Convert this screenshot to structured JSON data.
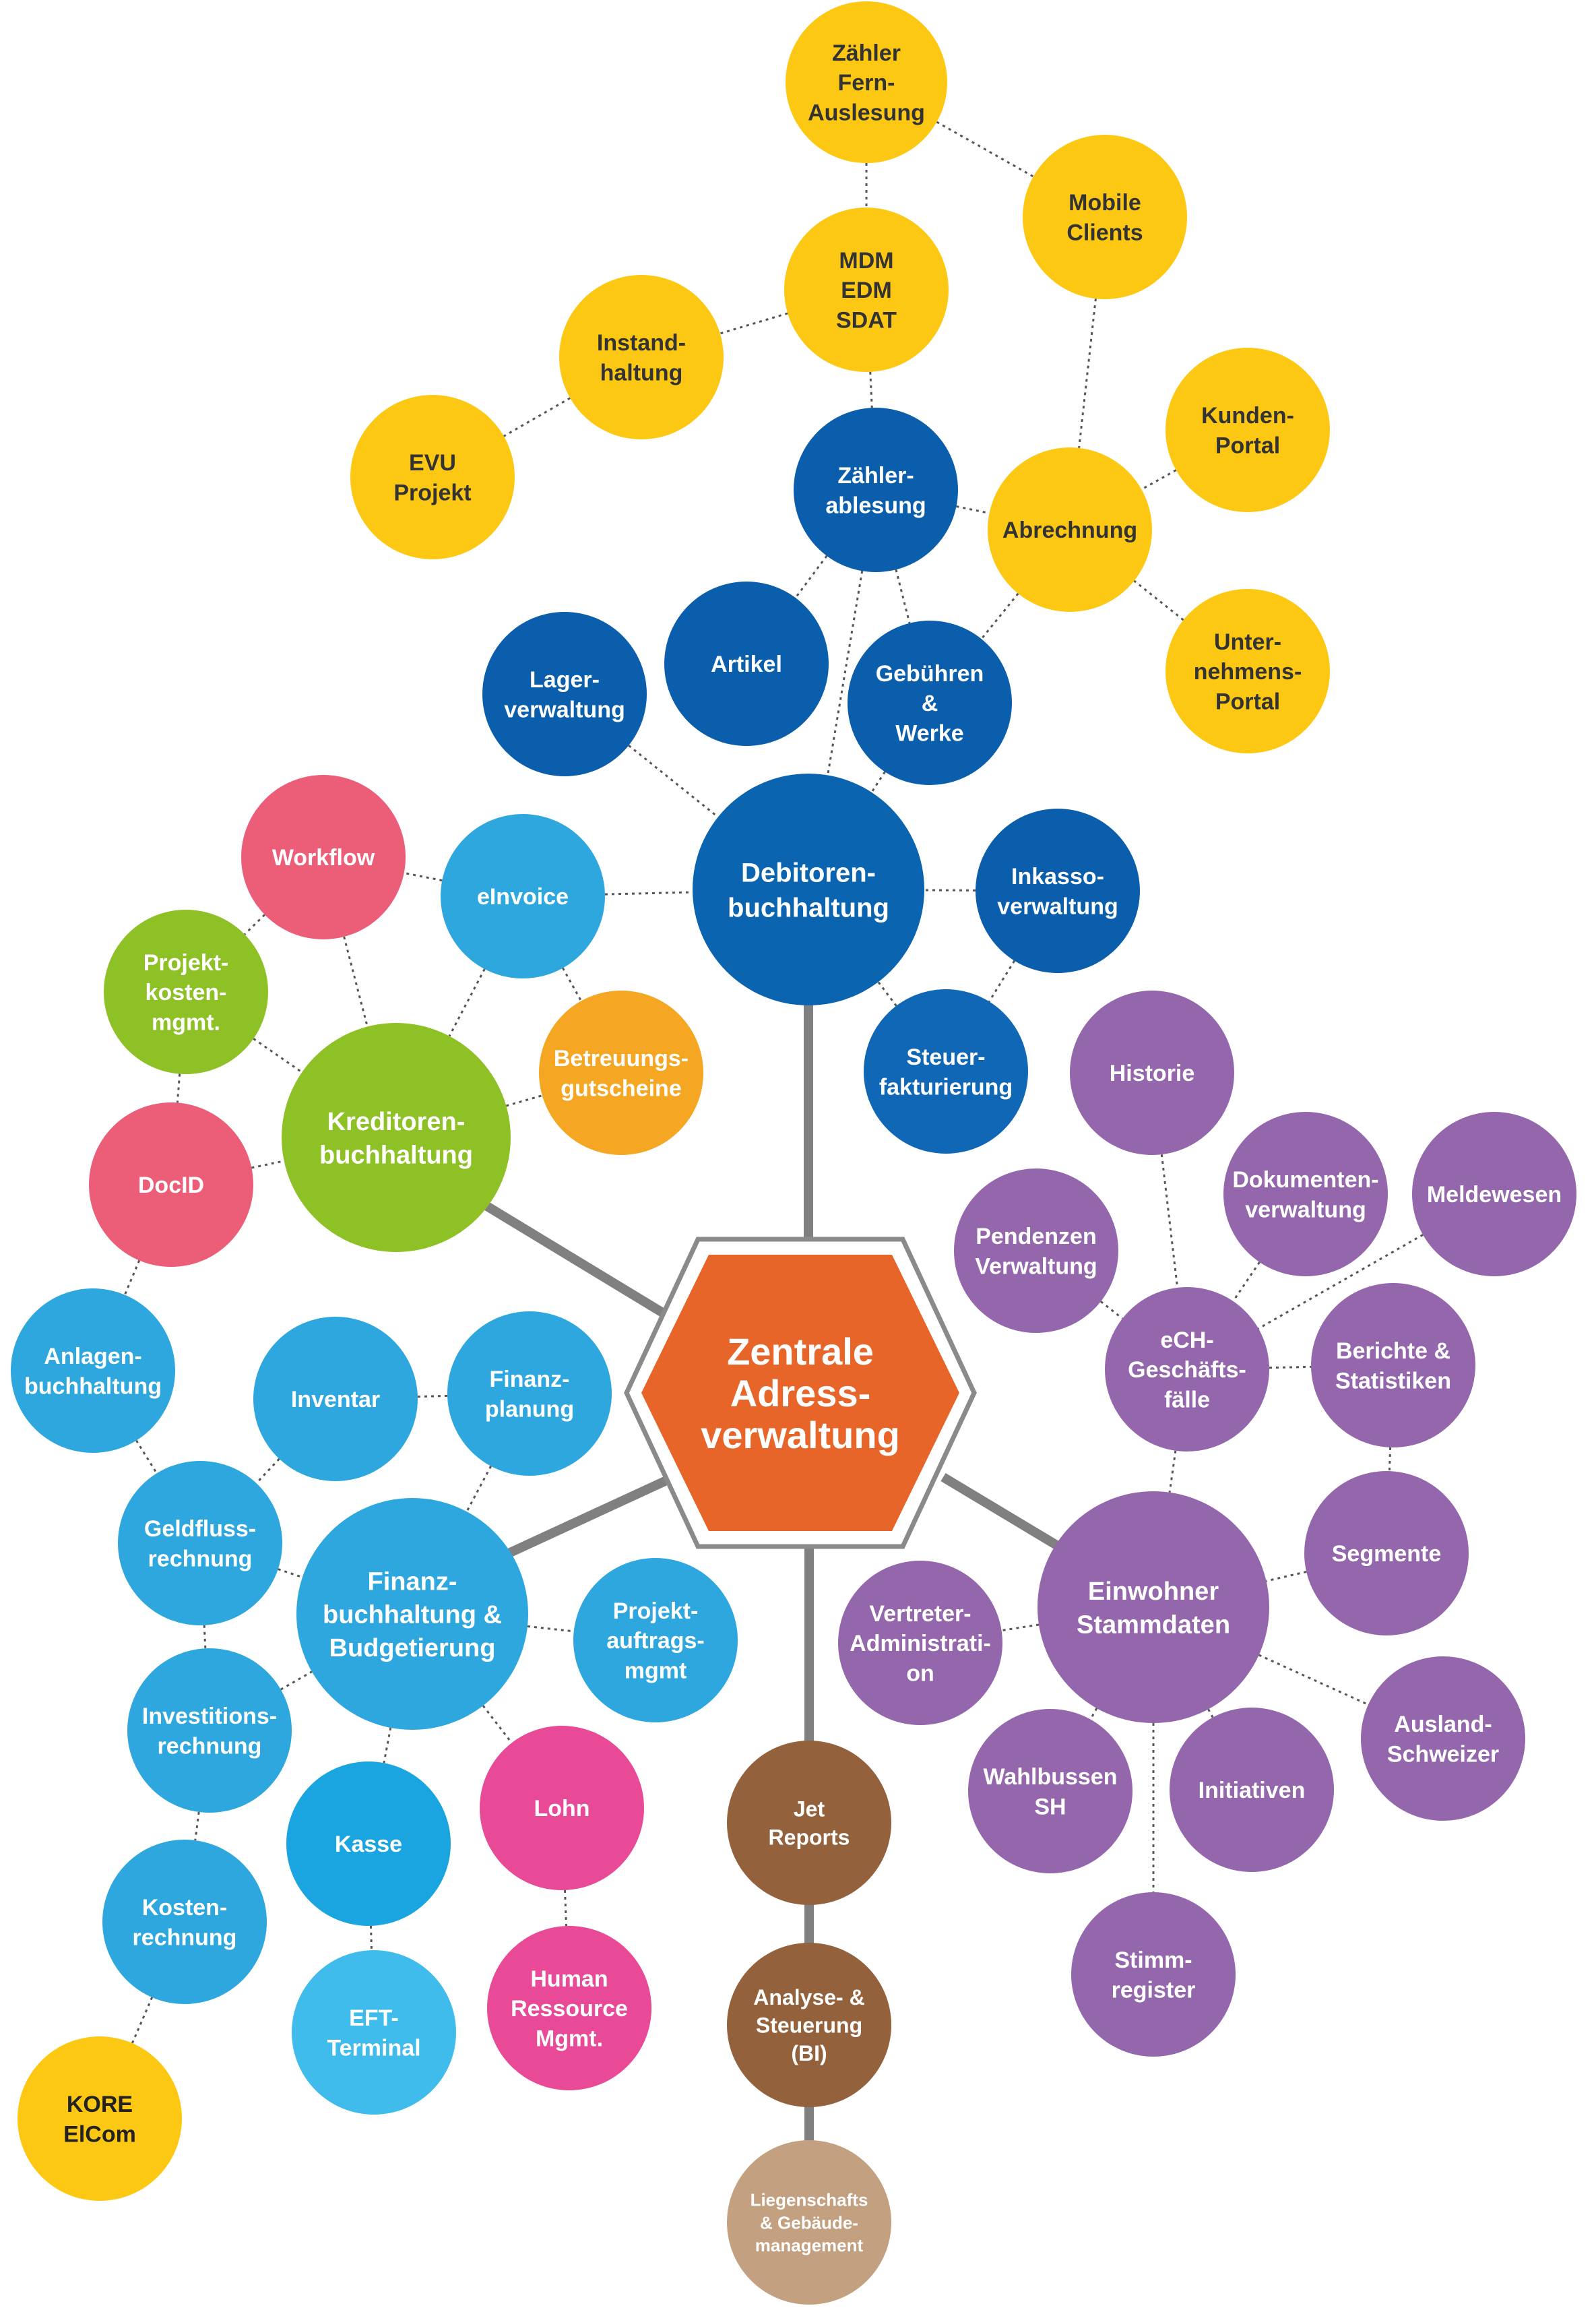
{
  "center": {
    "lines": [
      "Zentrale",
      "Adress-",
      "verwaltung"
    ],
    "color": "#E8652A"
  },
  "nodes": [
    {
      "id": "zaehler-fern",
      "lines": [
        "Zähler",
        "Fern-",
        "Auslesung"
      ],
      "color": "#FDC813",
      "text": "#333333"
    },
    {
      "id": "mobile-clients",
      "lines": [
        "Mobile",
        "Clients"
      ],
      "color": "#FDC813",
      "text": "#333333"
    },
    {
      "id": "mdm-edm-sdat",
      "lines": [
        "MDM",
        "EDM",
        "SDAT"
      ],
      "color": "#FDC813",
      "text": "#333333"
    },
    {
      "id": "instandhaltung",
      "lines": [
        "Instand-",
        "haltung"
      ],
      "color": "#FDC813",
      "text": "#333333"
    },
    {
      "id": "evu-projekt",
      "lines": [
        "EVU",
        "Projekt"
      ],
      "color": "#FDC813",
      "text": "#333333"
    },
    {
      "id": "kunden-portal",
      "lines": [
        "Kunden-",
        "Portal"
      ],
      "color": "#FDC813",
      "text": "#333333"
    },
    {
      "id": "abrechnung",
      "lines": [
        "Abrechnung"
      ],
      "color": "#FDC813",
      "text": "#333333"
    },
    {
      "id": "unternehmens-portal",
      "lines": [
        "Unter-",
        "nehmens-",
        "Portal"
      ],
      "color": "#FDC813",
      "text": "#333333"
    },
    {
      "id": "zaehlerablesung",
      "lines": [
        "Zähler-",
        "ablesung"
      ],
      "color": "#0A5EAB",
      "text": "#ffffff"
    },
    {
      "id": "artikel",
      "lines": [
        "Artikel"
      ],
      "color": "#0A5EAB",
      "text": "#ffffff"
    },
    {
      "id": "lagerverwaltung",
      "lines": [
        "Lager-",
        "verwaltung"
      ],
      "color": "#0A5EAB",
      "text": "#ffffff"
    },
    {
      "id": "gebuehren-werke",
      "lines": [
        "Gebühren",
        "&",
        "Werke"
      ],
      "color": "#0A5EAB",
      "text": "#ffffff"
    },
    {
      "id": "debitorenbuchhaltung",
      "lines": [
        "Debitoren-",
        "buchhaltung"
      ],
      "color": "#0A64B0",
      "text": "#ffffff"
    },
    {
      "id": "inkassoverwaltung",
      "lines": [
        "Inkasso-",
        "verwaltung"
      ],
      "color": "#0A5EAB",
      "text": "#ffffff"
    },
    {
      "id": "steuerfakturierung",
      "lines": [
        "Steuer-",
        "fakturierung"
      ],
      "color": "#0F67B5",
      "text": "#ffffff"
    },
    {
      "id": "einvoice",
      "lines": [
        "eInvoice"
      ],
      "color": "#2EA7DF",
      "text": "#ffffff"
    },
    {
      "id": "workflow",
      "lines": [
        "Workflow"
      ],
      "color": "#EC5E78",
      "text": "#ffffff"
    },
    {
      "id": "projektkosten",
      "lines": [
        "Projekt-",
        "kosten-",
        "mgmt."
      ],
      "color": "#8DC125",
      "text": "#ffffff"
    },
    {
      "id": "kreditorenbuchhaltung",
      "lines": [
        "Kreditoren-",
        "buchhaltung"
      ],
      "color": "#8DC125",
      "text": "#ffffff"
    },
    {
      "id": "betreuungsgutscheine",
      "lines": [
        "Betreuungs-",
        "gutscheine"
      ],
      "color": "#F5A623",
      "text": "#ffffff"
    },
    {
      "id": "docid",
      "lines": [
        "DocID"
      ],
      "color": "#EC5E78",
      "text": "#ffffff"
    },
    {
      "id": "anlagenbuchhaltung",
      "lines": [
        "Anlagen-",
        "buchhaltung"
      ],
      "color": "#2EA7DF",
      "text": "#ffffff"
    },
    {
      "id": "inventar",
      "lines": [
        "Inventar"
      ],
      "color": "#2EA7DF",
      "text": "#ffffff"
    },
    {
      "id": "finanzplanung",
      "lines": [
        "Finanz-",
        "planung"
      ],
      "color": "#2EA7DF",
      "text": "#ffffff"
    },
    {
      "id": "geldflussrechnung",
      "lines": [
        "Geldfluss-",
        "rechnung"
      ],
      "color": "#2EA7DF",
      "text": "#ffffff"
    },
    {
      "id": "finanzbuchhaltung",
      "lines": [
        "Finanz-",
        "buchhaltung &",
        "Budgetierung"
      ],
      "color": "#2EA7DF",
      "text": "#ffffff"
    },
    {
      "id": "projektauftrag",
      "lines": [
        "Projekt-",
        "auftrags-",
        "mgmt"
      ],
      "color": "#2EA7DF",
      "text": "#ffffff"
    },
    {
      "id": "investitionsrechnung",
      "lines": [
        "Investitions-",
        "rechnung"
      ],
      "color": "#2EA7DF",
      "text": "#ffffff"
    },
    {
      "id": "kasse",
      "lines": [
        "Kasse"
      ],
      "color": "#1AA5E0",
      "text": "#ffffff"
    },
    {
      "id": "lohn",
      "lines": [
        "Lohn"
      ],
      "color": "#E84A97",
      "text": "#ffffff"
    },
    {
      "id": "kostenrechnung",
      "lines": [
        "Kosten-",
        "rechnung"
      ],
      "color": "#2EA7DF",
      "text": "#ffffff"
    },
    {
      "id": "eft-terminal",
      "lines": [
        "EFT-",
        "Terminal"
      ],
      "color": "#3FBCEC",
      "text": "#ffffff"
    },
    {
      "id": "human-ressource",
      "lines": [
        "Human",
        "Ressource",
        "Mgmt."
      ],
      "color": "#E84A97",
      "text": "#ffffff"
    },
    {
      "id": "kore-elcom",
      "lines": [
        "KORE",
        "ElCom"
      ],
      "color": "#FDC813",
      "text": "#222222"
    },
    {
      "id": "jet-reports",
      "lines": [
        "Jet",
        "Reports"
      ],
      "color": "#93623D",
      "text": "#ffffff"
    },
    {
      "id": "analyse-steuerung",
      "lines": [
        "Analyse- &",
        "Steuerung",
        "(BI)"
      ],
      "color": "#93623D",
      "text": "#ffffff"
    },
    {
      "id": "liegenschafts",
      "lines": [
        "Liegenschafts",
        "& Gebäude-",
        "management"
      ],
      "color": "#C3A080",
      "text": "#ffffff"
    },
    {
      "id": "historie",
      "lines": [
        "Historie"
      ],
      "color": "#9467AC",
      "text": "#ffffff"
    },
    {
      "id": "dokumentenverwaltung",
      "lines": [
        "Dokumenten-",
        "verwaltung"
      ],
      "color": "#9467AC",
      "text": "#ffffff"
    },
    {
      "id": "meldewesen",
      "lines": [
        "Meldewesen"
      ],
      "color": "#9467AC",
      "text": "#ffffff"
    },
    {
      "id": "pendenzen",
      "lines": [
        "Pendenzen",
        "Verwaltung"
      ],
      "color": "#9467AC",
      "text": "#ffffff"
    },
    {
      "id": "ech-geschaeftsfaelle",
      "lines": [
        "eCH-",
        "Geschäfts-",
        "fälle"
      ],
      "color": "#9467AC",
      "text": "#ffffff"
    },
    {
      "id": "berichte-statistiken",
      "lines": [
        "Berichte &",
        "Statistiken"
      ],
      "color": "#9467AC",
      "text": "#ffffff"
    },
    {
      "id": "segmente",
      "lines": [
        "Segmente"
      ],
      "color": "#9467AC",
      "text": "#ffffff"
    },
    {
      "id": "einwohner-stammdaten",
      "lines": [
        "Einwohner",
        "Stammdaten"
      ],
      "color": "#9467AC",
      "text": "#ffffff"
    },
    {
      "id": "vertreter-admin",
      "lines": [
        "Vertreter-",
        "Administrati-",
        "on"
      ],
      "color": "#9467AC",
      "text": "#ffffff"
    },
    {
      "id": "ausland-schweizer",
      "lines": [
        "Ausland-",
        "Schweizer"
      ],
      "color": "#9467AC",
      "text": "#ffffff"
    },
    {
      "id": "wahlbussen-sh",
      "lines": [
        "Wahlbussen",
        "SH"
      ],
      "color": "#9467AC",
      "text": "#ffffff"
    },
    {
      "id": "initiativen",
      "lines": [
        "Initiativen"
      ],
      "color": "#9467AC",
      "text": "#ffffff"
    },
    {
      "id": "stimmregister",
      "lines": [
        "Stimm-",
        "register"
      ],
      "color": "#9467AC",
      "text": "#ffffff"
    }
  ]
}
